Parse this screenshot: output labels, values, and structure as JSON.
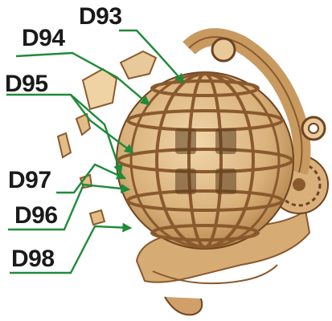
{
  "callouts": [
    {
      "id": "d93",
      "label": "D93"
    },
    {
      "id": "d94",
      "label": "D94"
    },
    {
      "id": "d95",
      "label": "D95"
    },
    {
      "id": "d97",
      "label": "D97"
    },
    {
      "id": "d96",
      "label": "D96"
    },
    {
      "id": "d98",
      "label": "D98"
    }
  ],
  "colors": {
    "leader_line": "#1f8a3a",
    "wood_light": "#e8c99a",
    "wood_mid": "#d9b07a",
    "wood_dark": "#8a5a2e",
    "label_text": "#1a1a1a"
  }
}
